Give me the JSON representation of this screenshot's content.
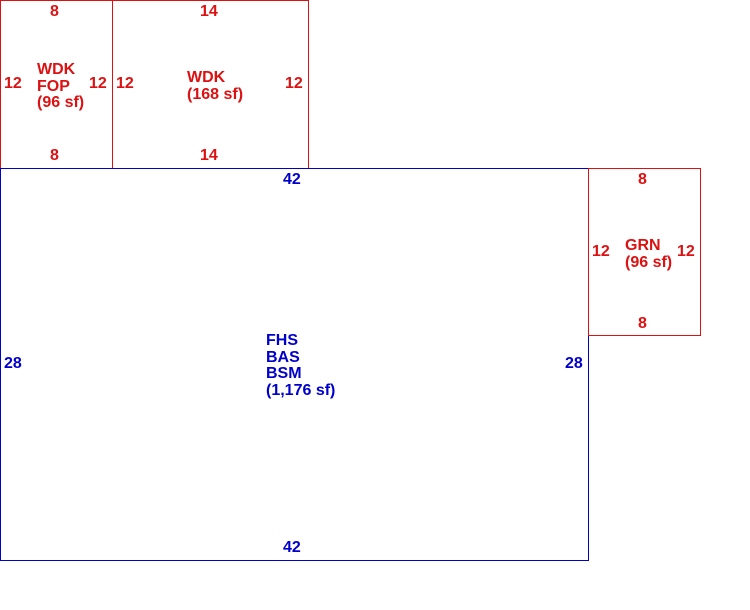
{
  "sketch": {
    "colors": {
      "addition": "#dd1111",
      "main": "#0000cc",
      "background": "#ffffff"
    },
    "areas": [
      {
        "id": "wdk-fop",
        "codes": [
          "WDK",
          "FOP"
        ],
        "area": "(96 sf)",
        "dims": {
          "top": "8",
          "bottom": "8",
          "left": "12",
          "right": "12"
        }
      },
      {
        "id": "wdk",
        "codes": [
          "WDK"
        ],
        "area": "(168 sf)",
        "dims": {
          "top": "14",
          "bottom": "14",
          "left": "12",
          "right": "12"
        }
      },
      {
        "id": "main-house",
        "codes": [
          "FHS",
          "BAS",
          "BSM"
        ],
        "area": "(1,176 sf)",
        "dims": {
          "top": "42",
          "bottom": "42",
          "left": "28",
          "right": "28"
        }
      },
      {
        "id": "grn",
        "codes": [
          "GRN"
        ],
        "area": "(96 sf)",
        "dims": {
          "top": "8",
          "bottom": "8",
          "left": "12",
          "right": "12"
        }
      }
    ]
  }
}
